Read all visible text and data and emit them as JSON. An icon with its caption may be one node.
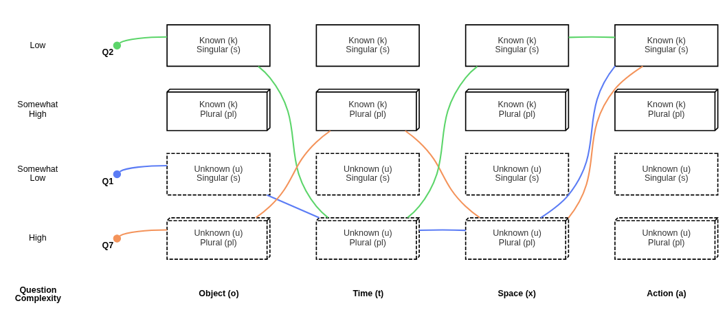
{
  "diagram": {
    "nodes": [
      {
        "text": [],
        "shape": "circle",
        "beside": [
          "Q7"
        ]
      },
      {
        "text": [
          "Unknown (u) Plural (pl)"
        ]
      },
      {
        "text": [
          "Unknown (u) Plural (pl)"
        ]
      },
      {
        "text": [
          "Unknown (u) Plural (pl)"
        ]
      },
      {
        "text": [
          "Unknown (u) Plural (pl)"
        ]
      },
      {
        "text": [
          "Known (k) Plural (pl)"
        ]
      },
      {
        "text": [
          "Known (k) Plural (pl)"
        ]
      },
      {
        "text": [
          "Known (k) Plural (pl)"
        ]
      },
      {
        "text": [
          "Known (k) Plural (pl)"
        ]
      },
      {
        "text": [],
        "shape": "circle",
        "beside": [
          "Q1"
        ]
      },
      {
        "text": [
          "Unknown (u) Singular (s)"
        ]
      },
      {
        "text": [
          "Unknown (u) Singular (s)"
        ]
      },
      {
        "text": [
          "Unknown (u) Singular (s)"
        ]
      },
      {
        "text": [
          "Unknown (u) Singular (s)"
        ]
      },
      {
        "text": [],
        "shape": "circle",
        "beside": [
          "Q2"
        ]
      },
      {
        "text": [
          "Known (k) Singular (s)"
        ]
      },
      {
        "text": [
          "Known (k) Singular (s)"
        ]
      },
      {
        "text": [
          "Known (k) Singular (s)"
        ]
      },
      {
        "text": [
          "Known (k) Singular (s)"
        ]
      }
    ],
    "edges": [
      {
        "from": 0,
        "to": 1,
        "arrow": "none",
        "color": "#f4935a"
      },
      {
        "from": 1,
        "to": 6,
        "arrow": "none",
        "color": "#f4935a"
      },
      {
        "from": 6,
        "to": 3,
        "arrow": "none",
        "color": "#f4935a"
      },
      {
        "from": 3,
        "to": 18,
        "arrow": "none",
        "color": "#f4935a"
      },
      {
        "from": 9,
        "to": 10,
        "arrow": "none",
        "color": "#5b7cf5"
      },
      {
        "from": 10,
        "to": 2,
        "arrow": "none",
        "color": "#5b7cf5"
      },
      {
        "from": 2,
        "to": 3,
        "arrow": "none",
        "color": "#5b7cf5"
      },
      {
        "from": 3,
        "to": 18,
        "arrow": "none",
        "color": "#5b7cf5"
      },
      {
        "from": 14,
        "to": 15,
        "arrow": "none",
        "color": "#5cd56a"
      },
      {
        "from": 15,
        "to": 2,
        "arrow": "none",
        "color": "#5cd56a"
      },
      {
        "from": 2,
        "to": 17,
        "arrow": "none",
        "color": "#5cd56a"
      },
      {
        "from": 17,
        "to": 18,
        "arrow": "none",
        "color": "#5cd56a"
      }
    ],
    "labels": [
      "High",
      "Somewhat High",
      "Somewhat Low",
      "Low",
      "Question Complexity",
      "Object (o)",
      "Time (t)",
      "Space (x)",
      "Action (a)"
    ]
  }
}
